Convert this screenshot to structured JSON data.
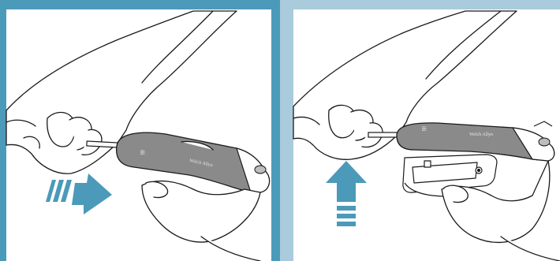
{
  "panels": [
    {
      "step": "left",
      "arrow_direction": "right",
      "handle_brand_text": "Welch Allyn",
      "cap_text": "illi"
    },
    {
      "step": "right",
      "arrow_direction": "up",
      "handle_brand_text": "Welch Allyn",
      "cap_text": "illi"
    }
  ],
  "colors": {
    "background": "#a9cbdc",
    "frame": "#4b9ab9",
    "arrow": "#4b9ab9",
    "handle": "#8a8a8a"
  }
}
